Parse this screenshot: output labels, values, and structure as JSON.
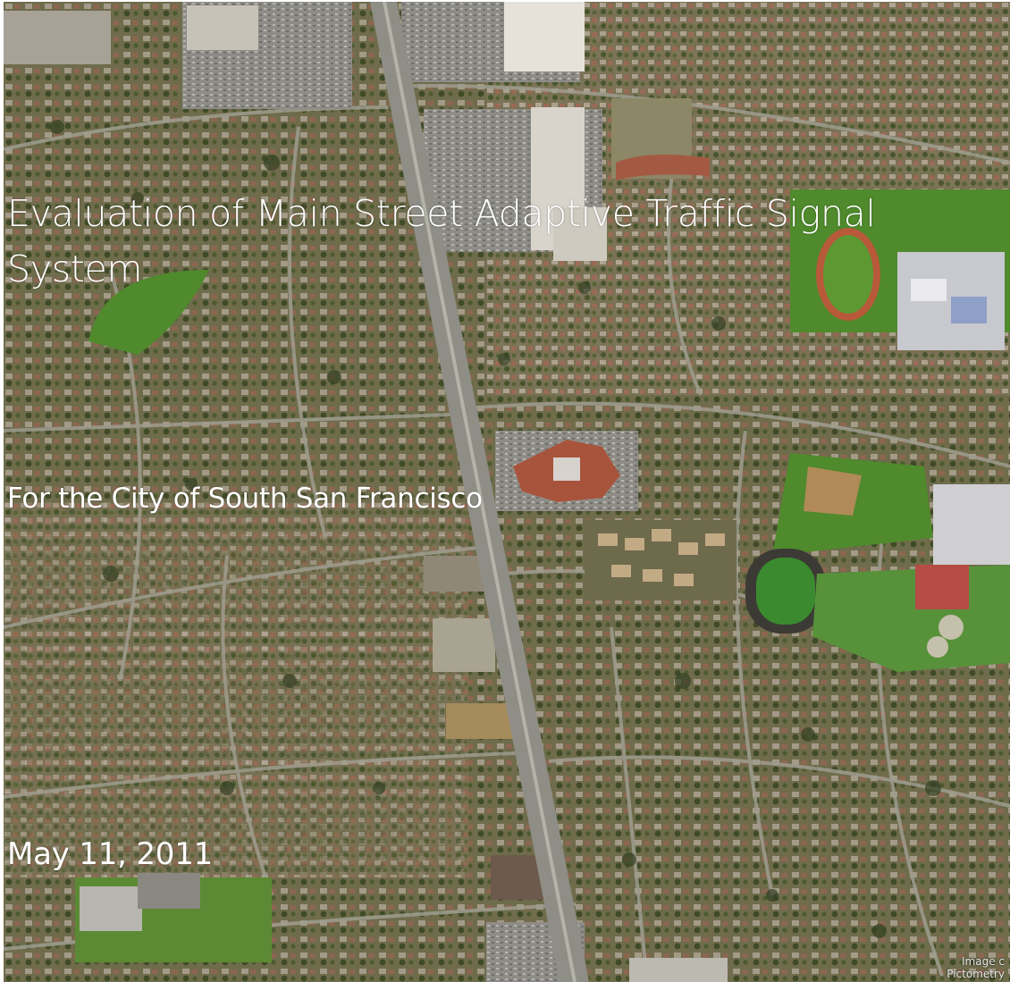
{
  "slide": {
    "title": "Evaluation of Main Street Adaptive Traffic Signal System",
    "subtitle": "For the City of South San Francisco",
    "date": "May 11, 2011"
  },
  "image_credit": {
    "line1": "Image c",
    "line2": "Pictometry"
  },
  "colors": {
    "text": "#ffffff",
    "grass": "#4f8a2c",
    "track": "#b85a3a",
    "road": "#9a9a8e",
    "roof_red": "#a45a42"
  }
}
